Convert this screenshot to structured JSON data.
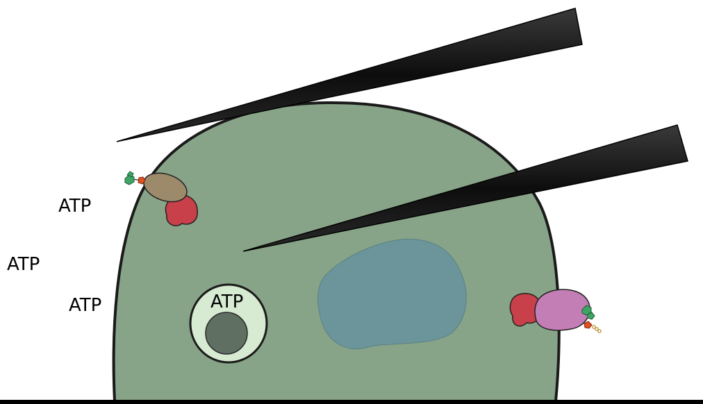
{
  "labels": {
    "atp_outside_upper": "ATP",
    "atp_outside_left": "ATP",
    "atp_outside_lower": "ATP",
    "atp_vesicle": "ATP"
  },
  "colors": {
    "cell_body": "#88a488",
    "nucleus": "#6b959a",
    "vesicle": "#d7ead2",
    "vesicle_core": "#5f6f62",
    "pipette": "#1c1c1c",
    "receptor_tan": "#9c8a6b",
    "receptor_red": "#c8404a",
    "receptor_pink": "#c47eb6",
    "ligand_green": "#3fa567",
    "ligand_orange": "#e2501f",
    "substrate": "#000000"
  },
  "icons": [
    "cell-body-shape",
    "nucleus-shape",
    "vesicle-shape",
    "micropipette-upper-icon",
    "micropipette-lower-icon",
    "membrane-receptor-left-icon",
    "membrane-receptor-right-icon"
  ]
}
